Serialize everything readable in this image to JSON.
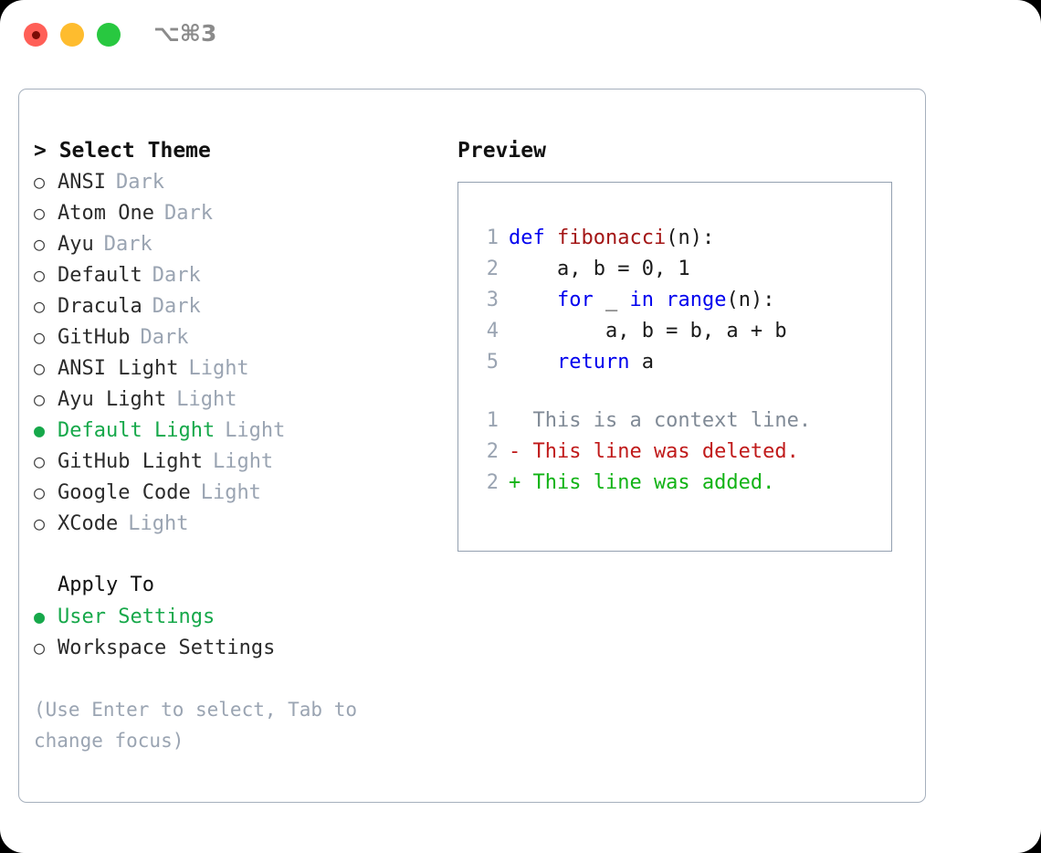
{
  "titlebar": {
    "shortcut": "⌥⌘3",
    "lights": [
      {
        "name": "close",
        "color": "#ff5f57"
      },
      {
        "name": "minimize",
        "color": "#febc2e"
      },
      {
        "name": "maximize",
        "color": "#28c840"
      }
    ]
  },
  "theme_picker": {
    "title": "> Select Theme",
    "selected_theme": "Default Light",
    "accent_color": "#16a84a",
    "tag_color": "#9aa4b2",
    "marker_selected": "●",
    "marker_unselected": "○",
    "items": [
      {
        "marker": "○",
        "label": "ANSI",
        "tag": "Dark",
        "selected": false
      },
      {
        "marker": "○",
        "label": "Atom One",
        "tag": "Dark",
        "selected": false
      },
      {
        "marker": "○",
        "label": "Ayu",
        "tag": "Dark",
        "selected": false
      },
      {
        "marker": "○",
        "label": "Default",
        "tag": "Dark",
        "selected": false
      },
      {
        "marker": "○",
        "label": "Dracula",
        "tag": "Dark",
        "selected": false
      },
      {
        "marker": "○",
        "label": "GitHub",
        "tag": "Dark",
        "selected": false
      },
      {
        "marker": "○",
        "label": "ANSI Light",
        "tag": "Light",
        "selected": false
      },
      {
        "marker": "○",
        "label": "Ayu Light",
        "tag": "Light",
        "selected": false
      },
      {
        "marker": "●",
        "label": "Default Light",
        "tag": "Light",
        "selected": true
      },
      {
        "marker": "○",
        "label": "GitHub Light",
        "tag": "Light",
        "selected": false
      },
      {
        "marker": "○",
        "label": "Google Code",
        "tag": "Light",
        "selected": false
      },
      {
        "marker": "○",
        "label": "XCode",
        "tag": "Light",
        "selected": false
      }
    ]
  },
  "apply_to": {
    "heading": "Apply To",
    "selected": "User Settings",
    "items": [
      {
        "marker": "●",
        "label": "User Settings",
        "selected": true
      },
      {
        "marker": "○",
        "label": "Workspace Settings",
        "selected": false
      }
    ]
  },
  "hint": "(Use Enter to select, Tab to change focus)",
  "preview": {
    "title": "Preview",
    "code_lines": [
      {
        "num": "1",
        "tokens": [
          {
            "t": "def ",
            "c": "kw"
          },
          {
            "t": "fibonacci",
            "c": "fn"
          },
          {
            "t": "(n):",
            "c": "pl"
          }
        ]
      },
      {
        "num": "2",
        "tokens": [
          {
            "t": "    a, b = 0, 1",
            "c": "pl"
          }
        ]
      },
      {
        "num": "3",
        "tokens": [
          {
            "t": "    ",
            "c": "pl"
          },
          {
            "t": "for",
            "c": "kw"
          },
          {
            "t": " _ ",
            "c": "pl"
          },
          {
            "t": "in",
            "c": "kw"
          },
          {
            "t": " ",
            "c": "pl"
          },
          {
            "t": "range",
            "c": "kw"
          },
          {
            "t": "(n):",
            "c": "pl"
          }
        ]
      },
      {
        "num": "4",
        "tokens": [
          {
            "t": "        a, b = b, a + b",
            "c": "pl"
          }
        ]
      },
      {
        "num": "5",
        "tokens": [
          {
            "t": "    ",
            "c": "pl"
          },
          {
            "t": "return",
            "c": "kw"
          },
          {
            "t": " a",
            "c": "pl"
          }
        ]
      }
    ],
    "diff_lines": [
      {
        "num": "1",
        "text": "  This is a context line.",
        "kind": "ctx"
      },
      {
        "num": "2",
        "text": "- This line was deleted.",
        "kind": "del"
      },
      {
        "num": "2",
        "text": "+ This line was added.",
        "kind": "add"
      }
    ]
  }
}
